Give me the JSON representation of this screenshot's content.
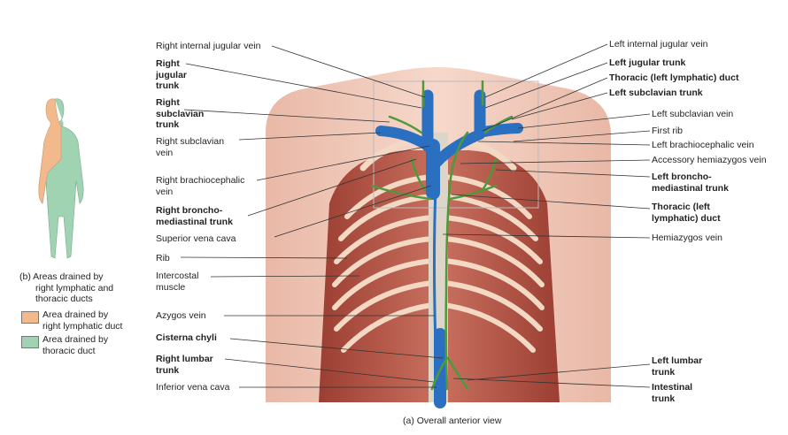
{
  "caption_a": "(a) Overall anterior view",
  "caption_b": [
    "(b) Areas drained by",
    "right lymphatic and",
    "thoracic ducts"
  ],
  "legend": [
    {
      "color": "#f2b98c",
      "lines": [
        "Area drained by",
        "right lymphatic duct"
      ]
    },
    {
      "color": "#9fd3b2",
      "lines": [
        "Area drained by",
        "thoracic duct"
      ]
    }
  ],
  "left_labels": {
    "right_internal_jugular_vein": "Right internal jugular vein",
    "right_jugular_trunk": [
      "Right",
      "jugular",
      "trunk"
    ],
    "right_subclavian_trunk": [
      "Right",
      "subclavian",
      "trunk"
    ],
    "right_subclavian_vein": [
      "Right subclavian",
      "vein"
    ],
    "right_brachiocephalic_vein": [
      "Right brachiocephalic",
      "vein"
    ],
    "right_bronchomediastinal_trunk": [
      "Right broncho-",
      "mediastinal trunk"
    ],
    "superior_vena_cava": "Superior vena cava",
    "rib": "Rib",
    "intercostal_muscle": [
      "Intercostal",
      "muscle"
    ],
    "azygos_vein": "Azygos vein",
    "cisterna_chyli": "Cisterna chyli",
    "right_lumbar_trunk": [
      "Right lumbar",
      "trunk"
    ],
    "inferior_vena_cava": "Inferior vena cava"
  },
  "right_labels": {
    "left_internal_jugular_vein": "Left internal jugular vein",
    "left_jugular_trunk": "Left jugular trunk",
    "thoracic_duct_top": "Thoracic (left lymphatic) duct",
    "left_subclavian_trunk": "Left subclavian trunk",
    "left_subclavian_vein": "Left subclavian vein",
    "first_rib": "First rib",
    "left_brachiocephalic_vein": "Left brachiocephalic vein",
    "accessory_hemiazygos_vein": "Accessory hemiazygos vein",
    "left_bronchomediastinal_trunk": [
      "Left broncho-",
      "mediastinal trunk"
    ],
    "thoracic_duct_mid": [
      "Thoracic (left",
      "lymphatic) duct"
    ],
    "hemiazygos_vein": "Hemiazygos vein",
    "left_lumbar_trunk": [
      "Left lumbar",
      "trunk"
    ],
    "intestinal_trunk": [
      "Intestinal",
      "trunk"
    ]
  },
  "colors": {
    "vein": "#2a6fc0",
    "lymph": "#4e9a3a",
    "skin": "#efc7b7",
    "muscle": "#b8584a",
    "right_drain": "#f2b98c",
    "thoracic_drain": "#9fd3b2"
  }
}
